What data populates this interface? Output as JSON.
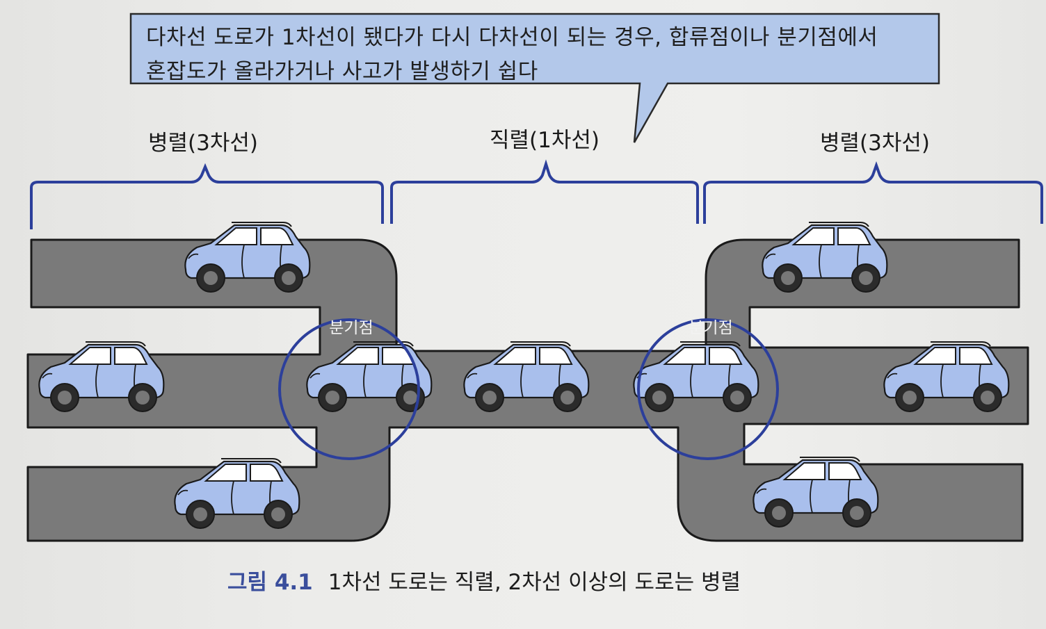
{
  "callout": {
    "line1": "다차선 도로가 1차선이 됐다가 다시 다차선이 되는 경우, 합류점이나 분기점에서",
    "line2": "혼잡도가 올라가거나 사고가 발생하기 쉽다"
  },
  "brackets": {
    "left": "병렬(3차선)",
    "middle": "직렬(1차선)",
    "right": "병렬(3차선)"
  },
  "junctions": {
    "left": "분기점",
    "right": "분기점"
  },
  "caption": {
    "figure_number": "그림 4.1",
    "text": "1차선 도로는 직렬, 2차선 이상의 도로는 병렬"
  },
  "colors": {
    "road": "#7a7a7a",
    "road_outline": "#1a1a1a",
    "car_body": "#a9bfec",
    "car_window": "#ffffff",
    "bracket": "#2c3f9b",
    "callout_fill": "#b3c8ea",
    "caption_accent": "#3a4e9c"
  }
}
